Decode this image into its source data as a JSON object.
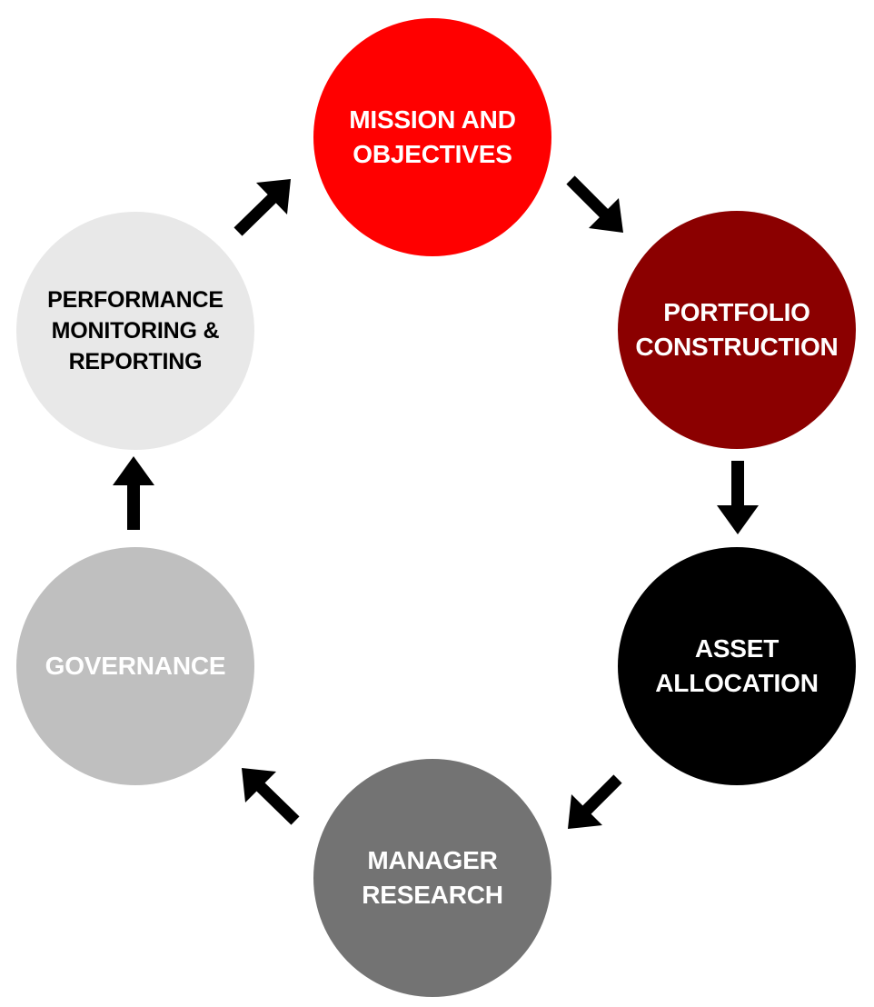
{
  "diagram": {
    "nodes": [
      {
        "id": "mission",
        "lines": [
          "MISSION AND",
          "OBJECTIVES"
        ],
        "fill": "#ff0000",
        "text_color": "#ffffff"
      },
      {
        "id": "portfolio",
        "lines": [
          "PORTFOLIO",
          "CONSTRUCTION"
        ],
        "fill": "#8b0000",
        "text_color": "#ffffff"
      },
      {
        "id": "asset",
        "lines": [
          "ASSET",
          "ALLOCATION"
        ],
        "fill": "#000000",
        "text_color": "#ffffff"
      },
      {
        "id": "manager",
        "lines": [
          "MANAGER",
          "RESEARCH"
        ],
        "fill": "#737373",
        "text_color": "#ffffff"
      },
      {
        "id": "governance",
        "lines": [
          "GOVERNANCE"
        ],
        "fill": "#bfbfbf",
        "text_color": "#ffffff"
      },
      {
        "id": "performance",
        "lines": [
          "PERFORMANCE",
          "MONITORING &",
          "REPORTING"
        ],
        "fill": "#e8e8e8",
        "text_color": "#000000"
      }
    ],
    "edges": [
      {
        "from": "mission",
        "to": "portfolio"
      },
      {
        "from": "portfolio",
        "to": "asset"
      },
      {
        "from": "asset",
        "to": "manager"
      },
      {
        "from": "manager",
        "to": "governance"
      },
      {
        "from": "governance",
        "to": "performance"
      },
      {
        "from": "performance",
        "to": "mission"
      }
    ],
    "arrow_color": "#000000"
  }
}
